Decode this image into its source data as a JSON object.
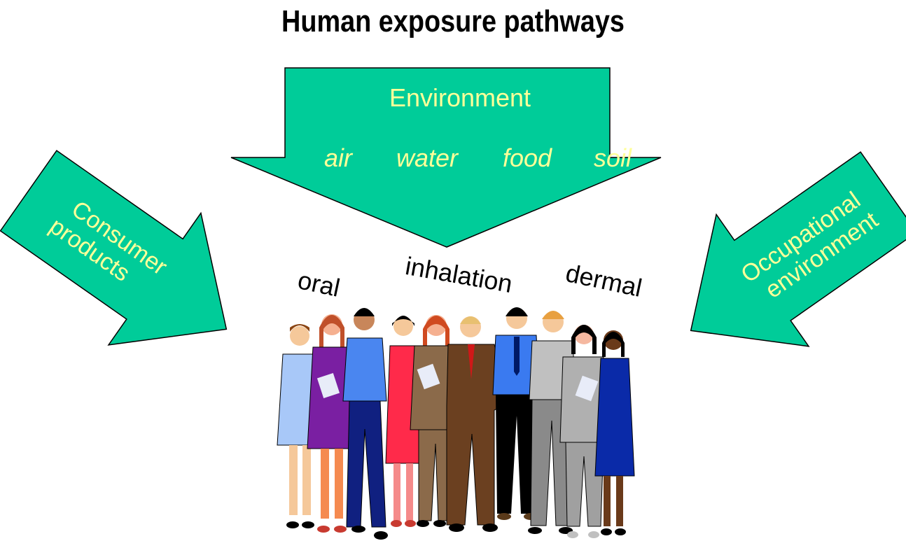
{
  "title": "Human exposure pathways",
  "sources": {
    "environment": {
      "label": "Environment",
      "media": [
        "air",
        "water",
        "food",
        "soil"
      ]
    },
    "consumer": {
      "line1": "Consumer",
      "line2": "products"
    },
    "occupational": {
      "line1": "Occupational",
      "line2": "environment"
    }
  },
  "routes": [
    "oral",
    "inhalation",
    "dermal"
  ],
  "colors": {
    "arrow_fill": "#00CC99",
    "arrow_text": "#FFFF99",
    "route_text": "#000000"
  },
  "people_icon": "group-of-people-illustration"
}
